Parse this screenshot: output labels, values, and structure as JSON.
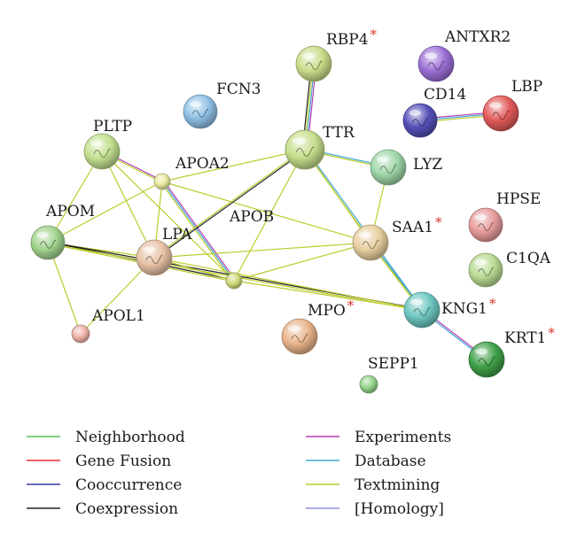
{
  "nodes": [
    {
      "id": "RBP4",
      "label": "RBP4",
      "starred": true,
      "color": "#c9dd8a"
    },
    {
      "id": "ANTXR2",
      "label": "ANTXR2",
      "starred": false,
      "color": "#9b6fd6"
    },
    {
      "id": "FCN3",
      "label": "FCN3",
      "starred": false,
      "color": "#8fc1e6"
    },
    {
      "id": "CD14",
      "label": "CD14",
      "starred": false,
      "color": "#5550b8"
    },
    {
      "id": "LBP",
      "label": "LBP",
      "starred": false,
      "color": "#e35a5a"
    },
    {
      "id": "PLTP",
      "label": "PLTP",
      "starred": false,
      "color": "#c3e08f"
    },
    {
      "id": "TTR",
      "label": "TTR",
      "starred": false,
      "color": "#c7de8c"
    },
    {
      "id": "LYZ",
      "label": "LYZ",
      "starred": false,
      "color": "#9fd6a8"
    },
    {
      "id": "APOA2",
      "label": "APOA2",
      "starred": false,
      "color": "#e7e9a0"
    },
    {
      "id": "HPSE",
      "label": "HPSE",
      "starred": false,
      "color": "#e89c9c"
    },
    {
      "id": "APOM",
      "label": "APOM",
      "starred": false,
      "color": "#a2d48e"
    },
    {
      "id": "APOB",
      "label": "APOB",
      "starred": false,
      "color": "#d0d97a"
    },
    {
      "id": "SAA1",
      "label": "SAA1",
      "starred": true,
      "color": "#e8cfa0"
    },
    {
      "id": "LPA",
      "label": "LPA",
      "starred": false,
      "color": "#e7c2a6"
    },
    {
      "id": "C1QA",
      "label": "C1QA",
      "starred": false,
      "color": "#b9dc94"
    },
    {
      "id": "APOL1",
      "label": "APOL1",
      "starred": false,
      "color": "#f0b3a8"
    },
    {
      "id": "MPO",
      "label": "MPO",
      "starred": true,
      "color": "#eab58c"
    },
    {
      "id": "KNG1",
      "label": "KNG1",
      "starred": true,
      "color": "#6dc7c0"
    },
    {
      "id": "KRT1",
      "label": "KRT1",
      "starred": true,
      "color": "#3fa048"
    },
    {
      "id": "SEPP1",
      "label": "SEPP1",
      "starred": false,
      "color": "#93d48a"
    }
  ],
  "edges": [
    {
      "source": "RBP4",
      "target": "TTR",
      "evidence": [
        "experiments",
        "database",
        "textmining",
        "coexpression"
      ]
    },
    {
      "source": "CD14",
      "target": "LBP",
      "evidence": [
        "experiments",
        "database",
        "textmining"
      ]
    },
    {
      "source": "PLTP",
      "target": "APOA2",
      "evidence": [
        "experiments",
        "textmining"
      ]
    },
    {
      "source": "PLTP",
      "target": "LPA",
      "evidence": [
        "textmining"
      ]
    },
    {
      "source": "PLTP",
      "target": "APOB",
      "evidence": [
        "textmining"
      ]
    },
    {
      "source": "PLTP",
      "target": "APOM",
      "evidence": [
        "textmining"
      ]
    },
    {
      "source": "APOA2",
      "target": "TTR",
      "evidence": [
        "textmining"
      ]
    },
    {
      "source": "APOA2",
      "target": "SAA1",
      "evidence": [
        "textmining"
      ]
    },
    {
      "source": "APOA2",
      "target": "APOB",
      "evidence": [
        "experiments",
        "database",
        "textmining"
      ]
    },
    {
      "source": "APOA2",
      "target": "LPA",
      "evidence": [
        "textmining"
      ]
    },
    {
      "source": "APOA2",
      "target": "APOM",
      "evidence": [
        "textmining"
      ]
    },
    {
      "source": "TTR",
      "target": "LYZ",
      "evidence": [
        "database",
        "textmining"
      ]
    },
    {
      "source": "TTR",
      "target": "SAA1",
      "evidence": [
        "textmining"
      ]
    },
    {
      "source": "TTR",
      "target": "KNG1",
      "evidence": [
        "database",
        "textmining"
      ]
    },
    {
      "source": "TTR",
      "target": "LPA",
      "evidence": [
        "coexpression",
        "textmining"
      ]
    },
    {
      "source": "TTR",
      "target": "APOB",
      "evidence": [
        "textmining"
      ]
    },
    {
      "source": "LYZ",
      "target": "SAA1",
      "evidence": [
        "textmining"
      ]
    },
    {
      "source": "SAA1",
      "target": "LPA",
      "evidence": [
        "textmining"
      ]
    },
    {
      "source": "SAA1",
      "target": "APOB",
      "evidence": [
        "textmining"
      ]
    },
    {
      "source": "SAA1",
      "target": "KNG1",
      "evidence": [
        "database",
        "textmining"
      ]
    },
    {
      "source": "APOM",
      "target": "LPA",
      "evidence": [
        "textmining"
      ]
    },
    {
      "source": "APOM",
      "target": "APOB",
      "evidence": [
        "coexpression",
        "textmining"
      ]
    },
    {
      "source": "APOM",
      "target": "APOL1",
      "evidence": [
        "textmining"
      ]
    },
    {
      "source": "APOM",
      "target": "KNG1",
      "evidence": [
        "coexpression",
        "textmining"
      ]
    },
    {
      "source": "LPA",
      "target": "APOB",
      "evidence": [
        "textmining"
      ]
    },
    {
      "source": "LPA",
      "target": "APOL1",
      "evidence": [
        "textmining"
      ]
    },
    {
      "source": "LPA",
      "target": "KNG1",
      "evidence": [
        "textmining"
      ]
    },
    {
      "source": "APOB",
      "target": "KNG1",
      "evidence": [
        "textmining"
      ]
    },
    {
      "source": "KNG1",
      "target": "KRT1",
      "evidence": [
        "experiments",
        "database"
      ]
    }
  ],
  "evidence_colors": {
    "neighborhood": "#57c157",
    "gene_fusion": "#e8302d",
    "cooccurrence": "#3a3aa5",
    "coexpression": "#222222",
    "experiments": "#b13bb1",
    "database": "#3fa6d4",
    "textmining": "#bccc2d",
    "homology": "#8e8ee6"
  },
  "legend": [
    {
      "key": "neighborhood",
      "label": "Neighborhood"
    },
    {
      "key": "gene_fusion",
      "label": "Gene Fusion"
    },
    {
      "key": "cooccurrence",
      "label": "Cooccurrence"
    },
    {
      "key": "coexpression",
      "label": "Coexpression"
    },
    {
      "key": "experiments",
      "label": "Experiments"
    },
    {
      "key": "database",
      "label": "Database"
    },
    {
      "key": "textmining",
      "label": "Textmining"
    },
    {
      "key": "homology",
      "label": "[Homology]"
    }
  ]
}
